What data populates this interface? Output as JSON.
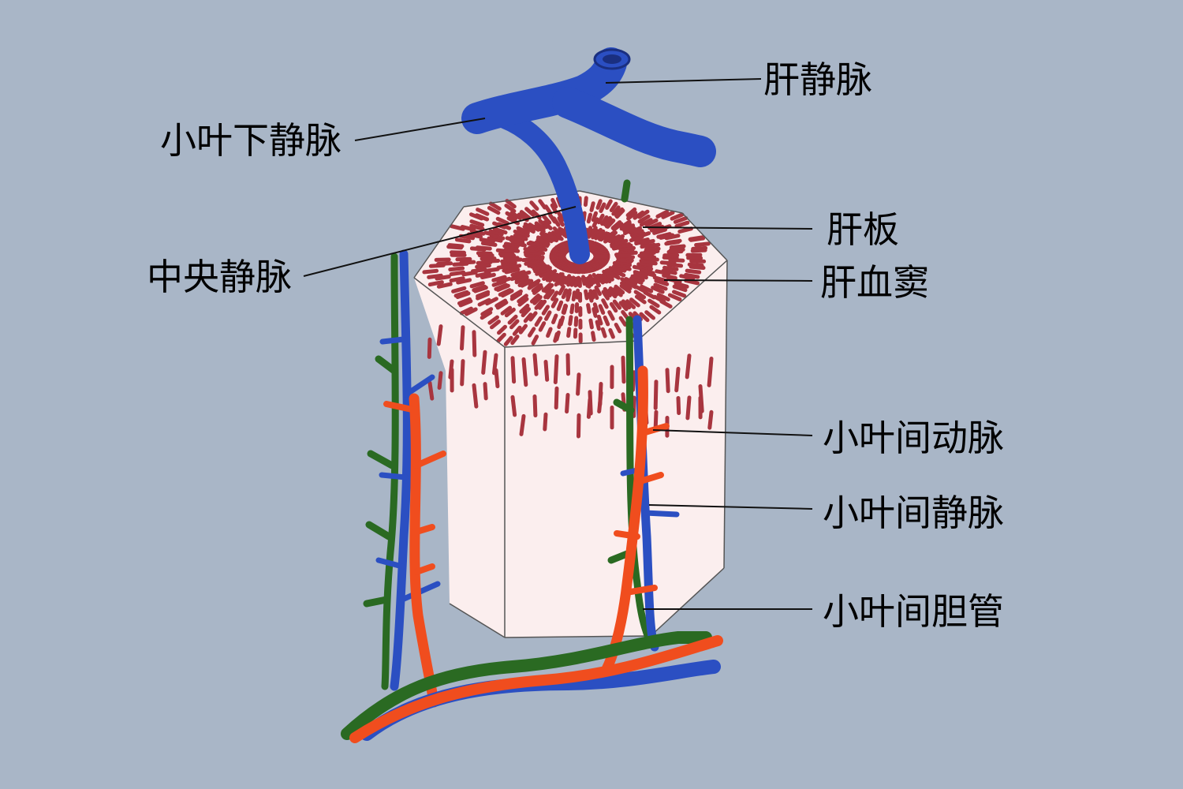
{
  "colors": {
    "background": "#a9b6c7",
    "vein": "#2b4fc2",
    "artery": "#f04d1e",
    "bile_duct": "#2a6a22",
    "lobule_face": "#fbeeee",
    "plate": "#a8353f",
    "edge": "#555555",
    "leader": "#111111"
  },
  "labels": {
    "hepatic_vein": "肝静脉",
    "sublobular_vein": "小叶下静脉",
    "hepatic_plate": "肝板",
    "central_vein": "中央静脉",
    "hepatic_sinusoid": "肝血窦",
    "interlobular_artery": "小叶间动脉",
    "interlobular_vein": "小叶间静脉",
    "interlobular_bile_duct": "小叶间胆管"
  }
}
